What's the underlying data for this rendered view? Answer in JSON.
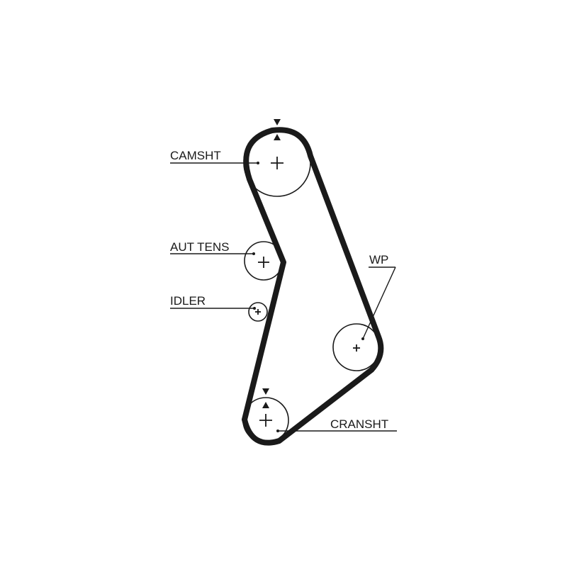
{
  "labels": {
    "camshaft": "CAMSHT",
    "auto_tensioner": "AUT TENS",
    "idler": "IDLER",
    "water_pump": "WP",
    "crankshaft": "CRANSHT"
  },
  "colors": {
    "line": "#1a1a1a",
    "background": "#ffffff"
  }
}
